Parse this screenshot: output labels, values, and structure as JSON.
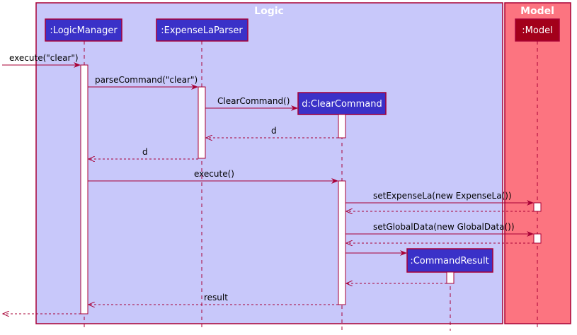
{
  "groups": {
    "logic": {
      "title": "Logic",
      "fill": "#c8c8fa",
      "stroke": "#a80036"
    },
    "model": {
      "title": "Model",
      "fill": "#fc7480",
      "stroke": "#a80036"
    }
  },
  "participants": {
    "logic_manager": ":LogicManager",
    "parser": ":ExpenseLaParser",
    "clear_command": "d:ClearCommand",
    "command_result": ":CommandResult",
    "model": ":Model"
  },
  "messages": {
    "execute_clear": "execute(\"clear\")",
    "parse_command": "parseCommand(\"clear\")",
    "clear_command_ctor": "ClearCommand()",
    "return_d_1": "d",
    "return_d_2": "d",
    "execute": "execute()",
    "set_expense_la": "setExpenseLa(new ExpenseLa())",
    "set_global_data": "setGlobalData(new GlobalData())",
    "result": "result"
  },
  "colors": {
    "participant_fill": "#3a31c8",
    "participant_stroke": "#a80036",
    "model_participant_fill": "#a3001a",
    "arrow": "#a80036",
    "activation_fill": "#ffffff"
  }
}
